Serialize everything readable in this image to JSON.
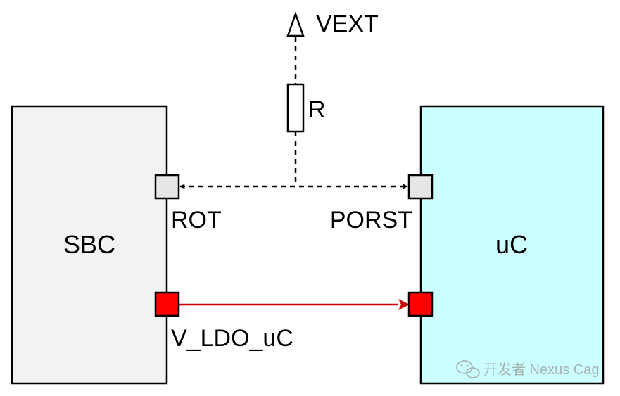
{
  "blocks": {
    "sbc": {
      "label": "SBC",
      "fill": "#f2f2f2"
    },
    "uc": {
      "label": "uC",
      "fill": "#ccffff"
    }
  },
  "pins": {
    "rot": {
      "label": "ROT",
      "fill": "#e6e6e6"
    },
    "porst": {
      "label": "PORST",
      "fill": "#e6e6e6"
    },
    "v_ldo_out": {
      "label": "V_LDO_uC",
      "fill": "#ff0000"
    },
    "v_ldo_in": {
      "fill": "#ff0000"
    }
  },
  "supply": {
    "label": "VEXT"
  },
  "resistor": {
    "label": "R"
  },
  "colors": {
    "power_line": "#cc0000",
    "signal_line": "#000000",
    "outline": "#000000"
  },
  "watermark": {
    "text": "开发者 Nexus Cag",
    "icon": "wechat-icon"
  }
}
